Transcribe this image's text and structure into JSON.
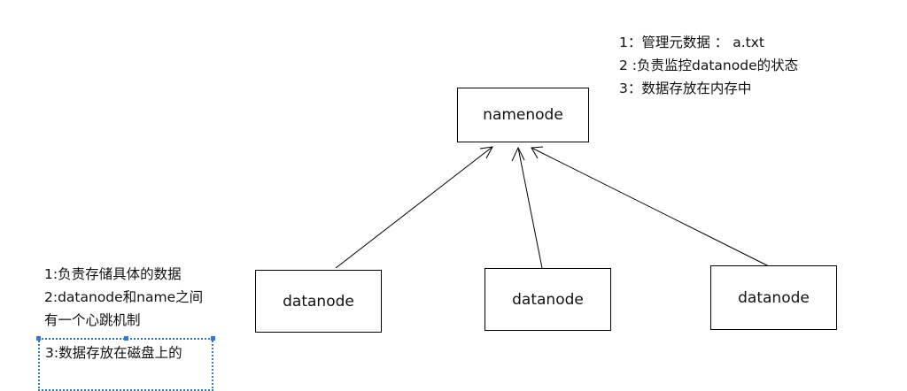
{
  "diagram": {
    "namenode_label": "namenode",
    "datanode_labels": [
      "datanode",
      "datanode",
      "datanode"
    ],
    "namenode_notes": [
      "1：管理元数据 ： a.txt",
      "2 :负责监控datanode的状态",
      "3：数据存放在内存中"
    ],
    "datanode_notes": [
      "1:负责存储具体的数据",
      "2:datanode和name之间",
      "有一个心跳机制",
      "3:数据存放在磁盘上的"
    ]
  }
}
